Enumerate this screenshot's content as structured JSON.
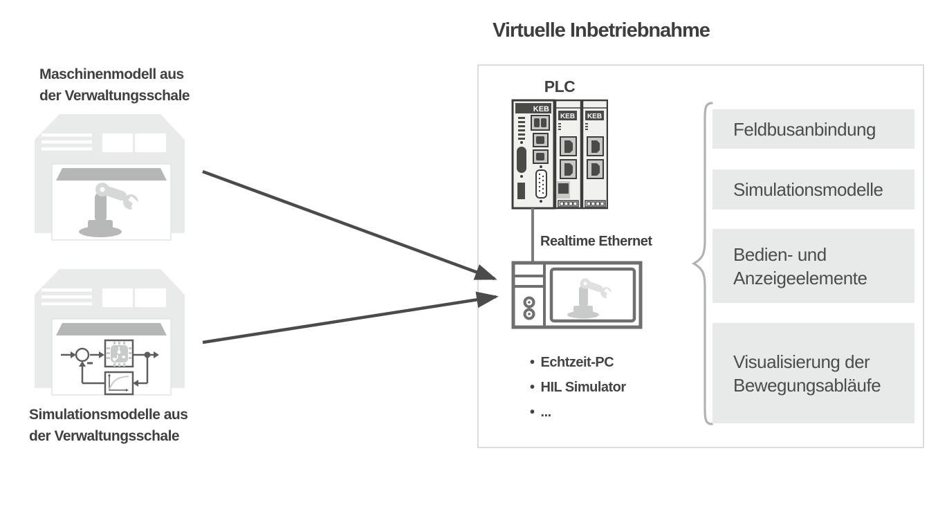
{
  "title": "Virtuelle Inbetriebnahme",
  "sources": [
    {
      "line1": "Maschinenmodell aus",
      "line2": "der Verwaltungsschale"
    },
    {
      "line1": "Simulationsmodelle aus",
      "line2": "der Verwaltungsschale"
    }
  ],
  "commissioning_box": {
    "plc": {
      "label": "PLC",
      "brand": "KEB"
    },
    "connection_label": "Realtime Ethernet",
    "pc": {
      "bullet_char": "•",
      "items": [
        "Echtzeit-PC",
        "HIL Simulator",
        "..."
      ]
    },
    "features": [
      "Feldbusanbindung",
      "Simulationsmodelle",
      "Bedien- und Anzeigeelemente",
      "Visualisierung der Bewegungsabläufe"
    ]
  },
  "colors": {
    "text_dark": "#3f4040",
    "feature_box_fill": "#e8eaea",
    "outer_box_border": "#dbdddd",
    "building_fill": "#e9eaea",
    "roof_and_robot_gray": "#b5b7b7",
    "robot_light_gray": "#d6d8d8",
    "arrow_dark": "#4a4c4c",
    "brace_gray": "#b2b2b2",
    "plc_dark": "#3c3c3c",
    "pc_border_gray": "#6f6f6f"
  }
}
